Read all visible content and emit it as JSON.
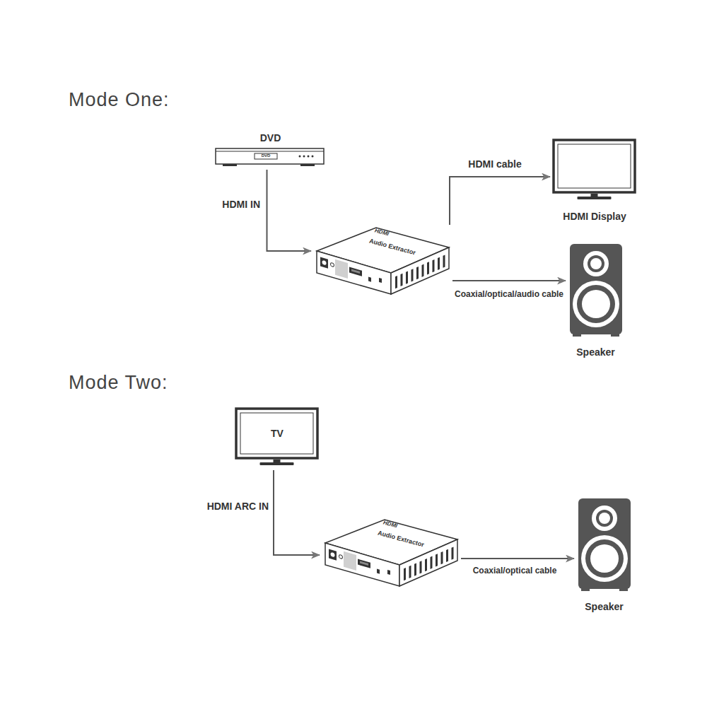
{
  "diagram": {
    "nodes": [
      {
        "text": [
          "DVD",
          "DVD"
        ]
      },
      {
        "text": [
          "HDMI Display"
        ]
      },
      {
        "text": [
          "HDMI",
          "Audio Extractor"
        ]
      },
      {
        "text": [
          "Speaker"
        ]
      },
      {
        "text": [
          "TV"
        ]
      },
      {
        "text": [
          "HDMI",
          "Audio Extractor"
        ]
      },
      {
        "text": [
          "Speaker"
        ]
      }
    ],
    "edges": [
      {
        "from": 0,
        "to": 2,
        "label": "HDMI IN",
        "arrow": "to"
      },
      {
        "from": 2,
        "to": 1,
        "label": "HDMI cable",
        "arrow": "to"
      },
      {
        "from": 2,
        "to": 3,
        "label": "Coaxial/optical/audio cable",
        "arrow": "to"
      },
      {
        "from": 4,
        "to": 5,
        "label": "HDMI ARC IN",
        "arrow": "to"
      },
      {
        "from": 5,
        "to": 6,
        "label": "Coaxial/optical cable",
        "arrow": "to"
      }
    ],
    "labels": [
      "Mode One:",
      "Mode Two:"
    ]
  }
}
